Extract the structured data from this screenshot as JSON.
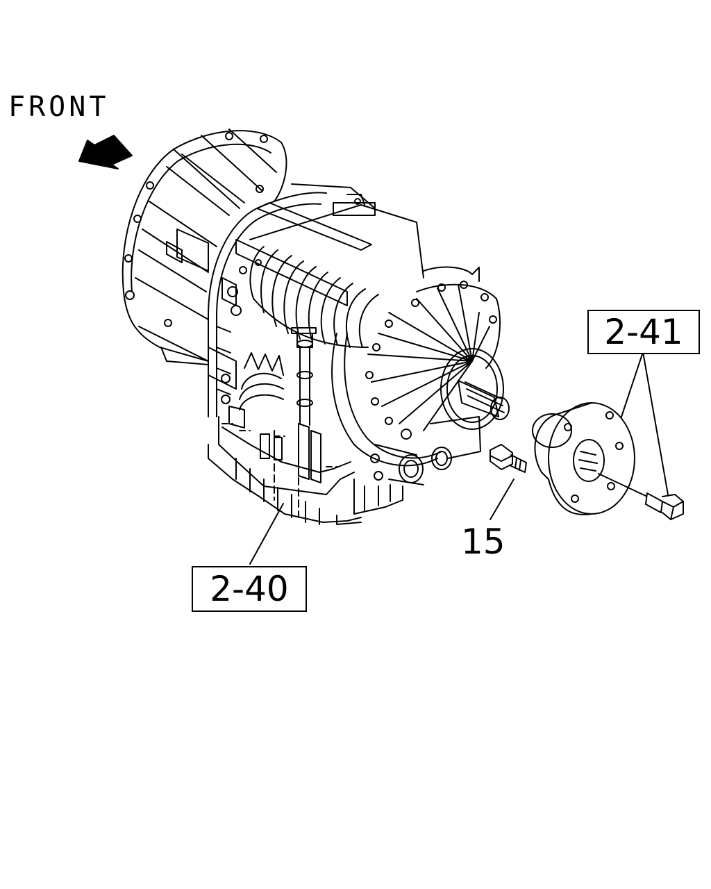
{
  "direction": {
    "label": "FRONT",
    "icon": "arrow-left-icon"
  },
  "callouts": {
    "transmission": "2-40",
    "flange": "2-41",
    "bolt": "15"
  },
  "colors": {
    "line": "#000000",
    "background": "#ffffff"
  }
}
